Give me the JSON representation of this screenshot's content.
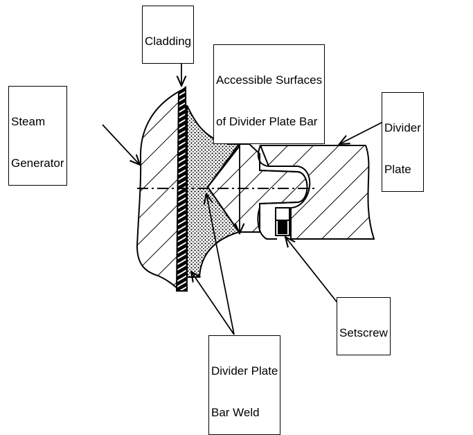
{
  "labels": {
    "cladding": "Cladding",
    "accessible_line1": "Accessible Surfaces",
    "accessible_line2": "of Divider Plate Bar",
    "steam_line1": "Steam",
    "steam_line2": "Generator",
    "divider_plate_line1": "Divider",
    "divider_plate_line2": "Plate",
    "setscrew": "Setscrew",
    "weld_line1": "Divider Plate",
    "weld_line2": "Bar Weld"
  }
}
